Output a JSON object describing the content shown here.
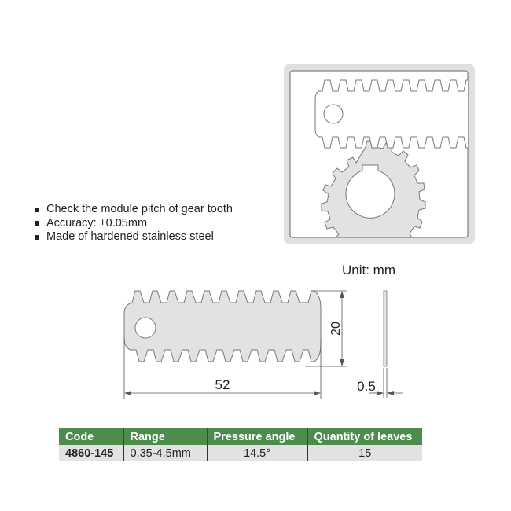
{
  "features": [
    "Check the module pitch of gear tooth",
    "Accuracy: ±0.05mm",
    "Made of hardened stainless steel"
  ],
  "illustration": {
    "description": "gear meshing with rack",
    "frame_color": "#e0e0e0",
    "fill_color": "#e2e2e2"
  },
  "drawing": {
    "unit_label": "Unit: mm",
    "length_label": "52",
    "height_label": "20",
    "thickness_label": "0.5"
  },
  "table": {
    "headers": [
      "Code",
      "Range",
      "Pressure angle",
      "Quantity of leaves"
    ],
    "rows": [
      [
        "4860-145",
        "0.35-4.5mm",
        "14.5°",
        "15"
      ]
    ],
    "header_color": "#4c8c4c",
    "row_color": "#e2e2e2"
  }
}
